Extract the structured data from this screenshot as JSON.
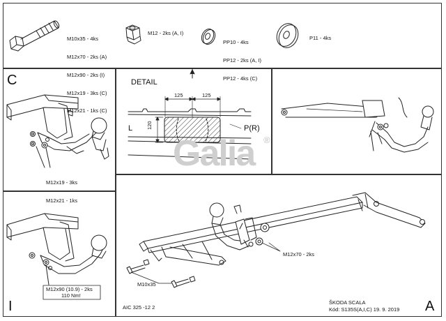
{
  "parts": {
    "bolt_label": [
      "M10x35 - 4ks",
      "M12x70 - 2ks (A)",
      "M12x90 - 2ks (I)",
      "M12x19 - 3ks (C)",
      "M12x21 - 1ks (C)"
    ],
    "nut_label": "M12 - 2ks (A, I)",
    "washer_label": [
      "PP10 - 4ks",
      "PP12 - 2ks (A, I)",
      "PP12 - 4ks (C)"
    ],
    "large_washer_label": "P11 - 4ks"
  },
  "panel_c": {
    "letter": "C",
    "bolt_label": [
      "M12x19 - 3ks",
      "M12x21 - 1ks"
    ]
  },
  "detail": {
    "title": "DETAIL",
    "dim_left": "125",
    "dim_right": "125",
    "dim_height": "120",
    "label_l": "L",
    "label_pr": "P(R)"
  },
  "panel_i": {
    "letter": "I",
    "bolt_label": "M12x90 (10.9) - 2ks",
    "torque": "110 Nm!"
  },
  "panel_a": {
    "letter": "A",
    "label_m12x70": "M12x70 - 2ks",
    "label_m10x35": "M10x35"
  },
  "footer": {
    "doc_code": "AIC 325 -12 2",
    "vehicle": "ŠKODA SCALA",
    "code_date": "Kód: S135S(A,I,C)  19. 9. 2019"
  },
  "watermark": "Galia",
  "watermark_mark": "®"
}
